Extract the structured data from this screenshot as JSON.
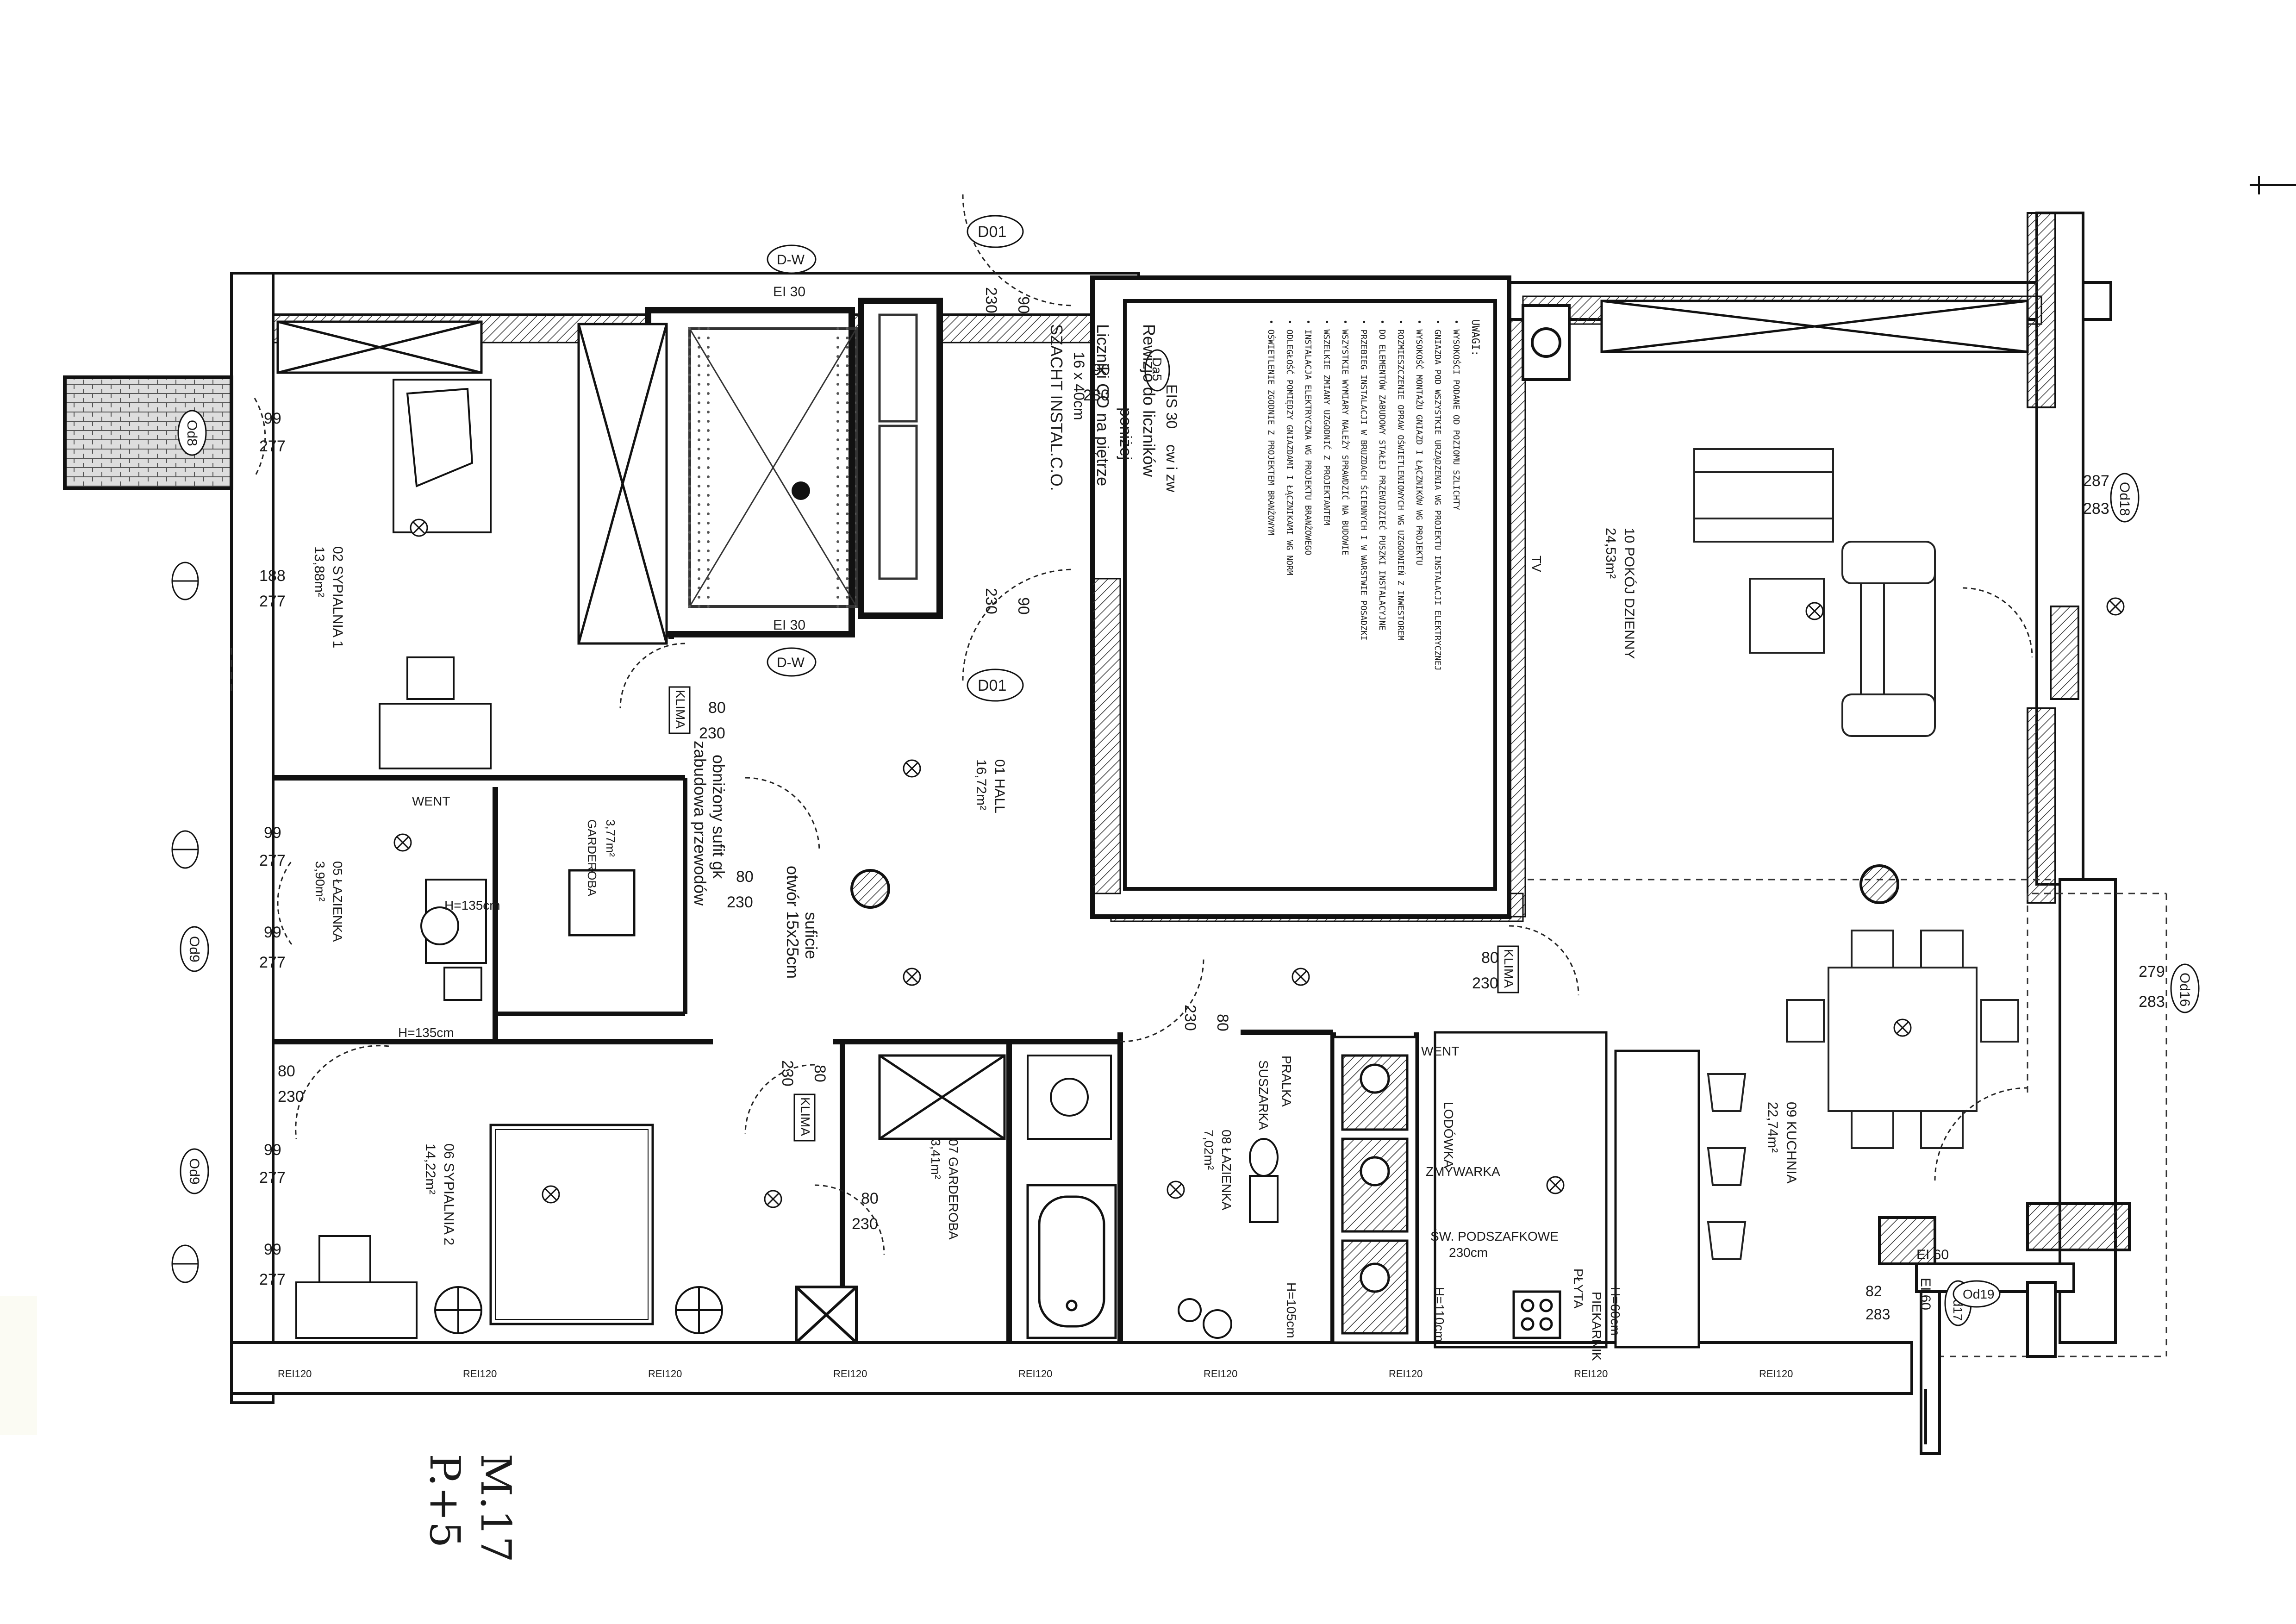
{
  "rooms": [
    {
      "id": "02",
      "name": "SYPIALNIA 1",
      "area": "13,88m²"
    },
    {
      "id": "05",
      "name": "ŁAZIENKA",
      "area": "3,90m²"
    },
    {
      "id": "06",
      "name": "SYPIALNIA 2",
      "area": "14,22m²"
    },
    {
      "id": "07",
      "name": "GARDEROBA",
      "area": "3,41m²"
    },
    {
      "id": "08",
      "name": "ŁAZIENKA",
      "area": "7,02m²"
    },
    {
      "id": "01",
      "name": "HALL",
      "area": "16,72m²"
    },
    {
      "id": "10",
      "name": "POKÓJ DZIENNY",
      "area": "24,53m²"
    },
    {
      "id": "09",
      "name": "KUCHNIA",
      "area": "22,74m²"
    },
    {
      "id": "",
      "name": "GARDEROBA",
      "area": "3,77m²"
    }
  ],
  "window_tags": [
    {
      "tag": "Od8",
      "dims": [
        "99",
        "277"
      ]
    },
    {
      "tag": "",
      "dims": [
        "188",
        "277"
      ]
    },
    {
      "tag": "",
      "dims": [
        "99",
        "277"
      ]
    },
    {
      "tag": "Od9",
      "dims": [
        "99",
        "277"
      ]
    },
    {
      "tag": "",
      "dims": [
        "80",
        "230"
      ]
    },
    {
      "tag": "Od9",
      "dims": [
        "99",
        "277"
      ]
    },
    {
      "tag": "",
      "dims": [
        "99",
        "277"
      ]
    },
    {
      "tag": "Od18",
      "dims": [
        "287",
        "283"
      ]
    },
    {
      "tag": "Od16",
      "dims": [
        "279",
        "283"
      ]
    },
    {
      "tag": "Od17",
      "dims": [
        "82",
        "283"
      ]
    },
    {
      "tag": "Od19",
      "dims": [
        "",
        ""
      ]
    }
  ],
  "door_tags": {
    "d01": "D01",
    "dw": "D-W",
    "ei30": "EI 30",
    "eis30": "EIS 30",
    "ei60": "EI 60",
    "da5": "Da5",
    "door_dims_a": [
      "80",
      "230"
    ],
    "door_dims_b": [
      "90",
      "230"
    ]
  },
  "shaft": {
    "title": "SZACHT INSTAL.C.O.",
    "size": "16 x 40cm",
    "line1": "Liczniki CO na piętrze",
    "line2": "poniżej",
    "line3": "Rewizjo do liczników",
    "line4": "cw i zw"
  },
  "hall_notes": {
    "line1": "zabudowa przewodów",
    "line2": "obniżony sufit gk",
    "line3": "otwór 15x25cm",
    "line4": "suficie"
  },
  "labels": {
    "klima": "KLIMA",
    "went": "WENT",
    "suszarka": "SUSZARKA",
    "pralka": "PRALKA",
    "lodowka": "LODÓWKA",
    "zmywarka": "ZMYWARKA",
    "sw_podszafkowe": "ŚW. PODSZAFKOWE",
    "h230": "230cm",
    "piekarnik": "PIEKARNIK",
    "plyta": "PŁYTA",
    "h60": "H=60cm",
    "h105": "H=105cm",
    "h135": "H=135cm",
    "h110": "H=110cm",
    "rei120": "REI120",
    "tv": "TV"
  },
  "notes_title": "UWAGI:",
  "notes_lines": [
    "• WYSOKOŚCI PODANE OD POZIOMU SZLICHTY",
    "• GNIAZDA POD WSZYSTKIE URZĄDZENIA WG PROJEKTU INSTALACJI ELEKTRYCZNEJ",
    "• WYSOKOŚĆ MONTAŻU GNIAZD I ŁĄCZNIKÓW WG PROJEKTU",
    "• ROZMIESZCZENIE OPRAW OŚWIETLENIOWYCH WG UZGODNIEŃ Z INWESTOREM",
    "• DO ELEMENTÓW ZABUDOWY STAŁEJ PRZEWIDZIEĆ PUSZKI INSTALACYJNE",
    "• PRZEBIEG INSTALACJI W BRUZDACH ŚCIENNYCH I W WARSTWIE POSADZKI",
    "• WSZYSTKIE WYMIARY NALEŻY SPRAWDZIĆ NA BUDOWIE",
    "• WSZELKIE ZMIANY UZGODNIĆ Z PROJEKTANTEM",
    "• INSTALACJA ELEKTRYCZNA WG PROJEKTU BRANŻOWEGO",
    "• ODLEGŁOŚĆ POMIĘDZY GNIAZDAMI I ŁĄCZNIKAMI WG NORM",
    "• OŚWIETLENIE ZGODNIE Z PROJEKTEM BRANŻOWYM"
  ],
  "handwriting": [
    "M.17",
    "P.+5"
  ]
}
